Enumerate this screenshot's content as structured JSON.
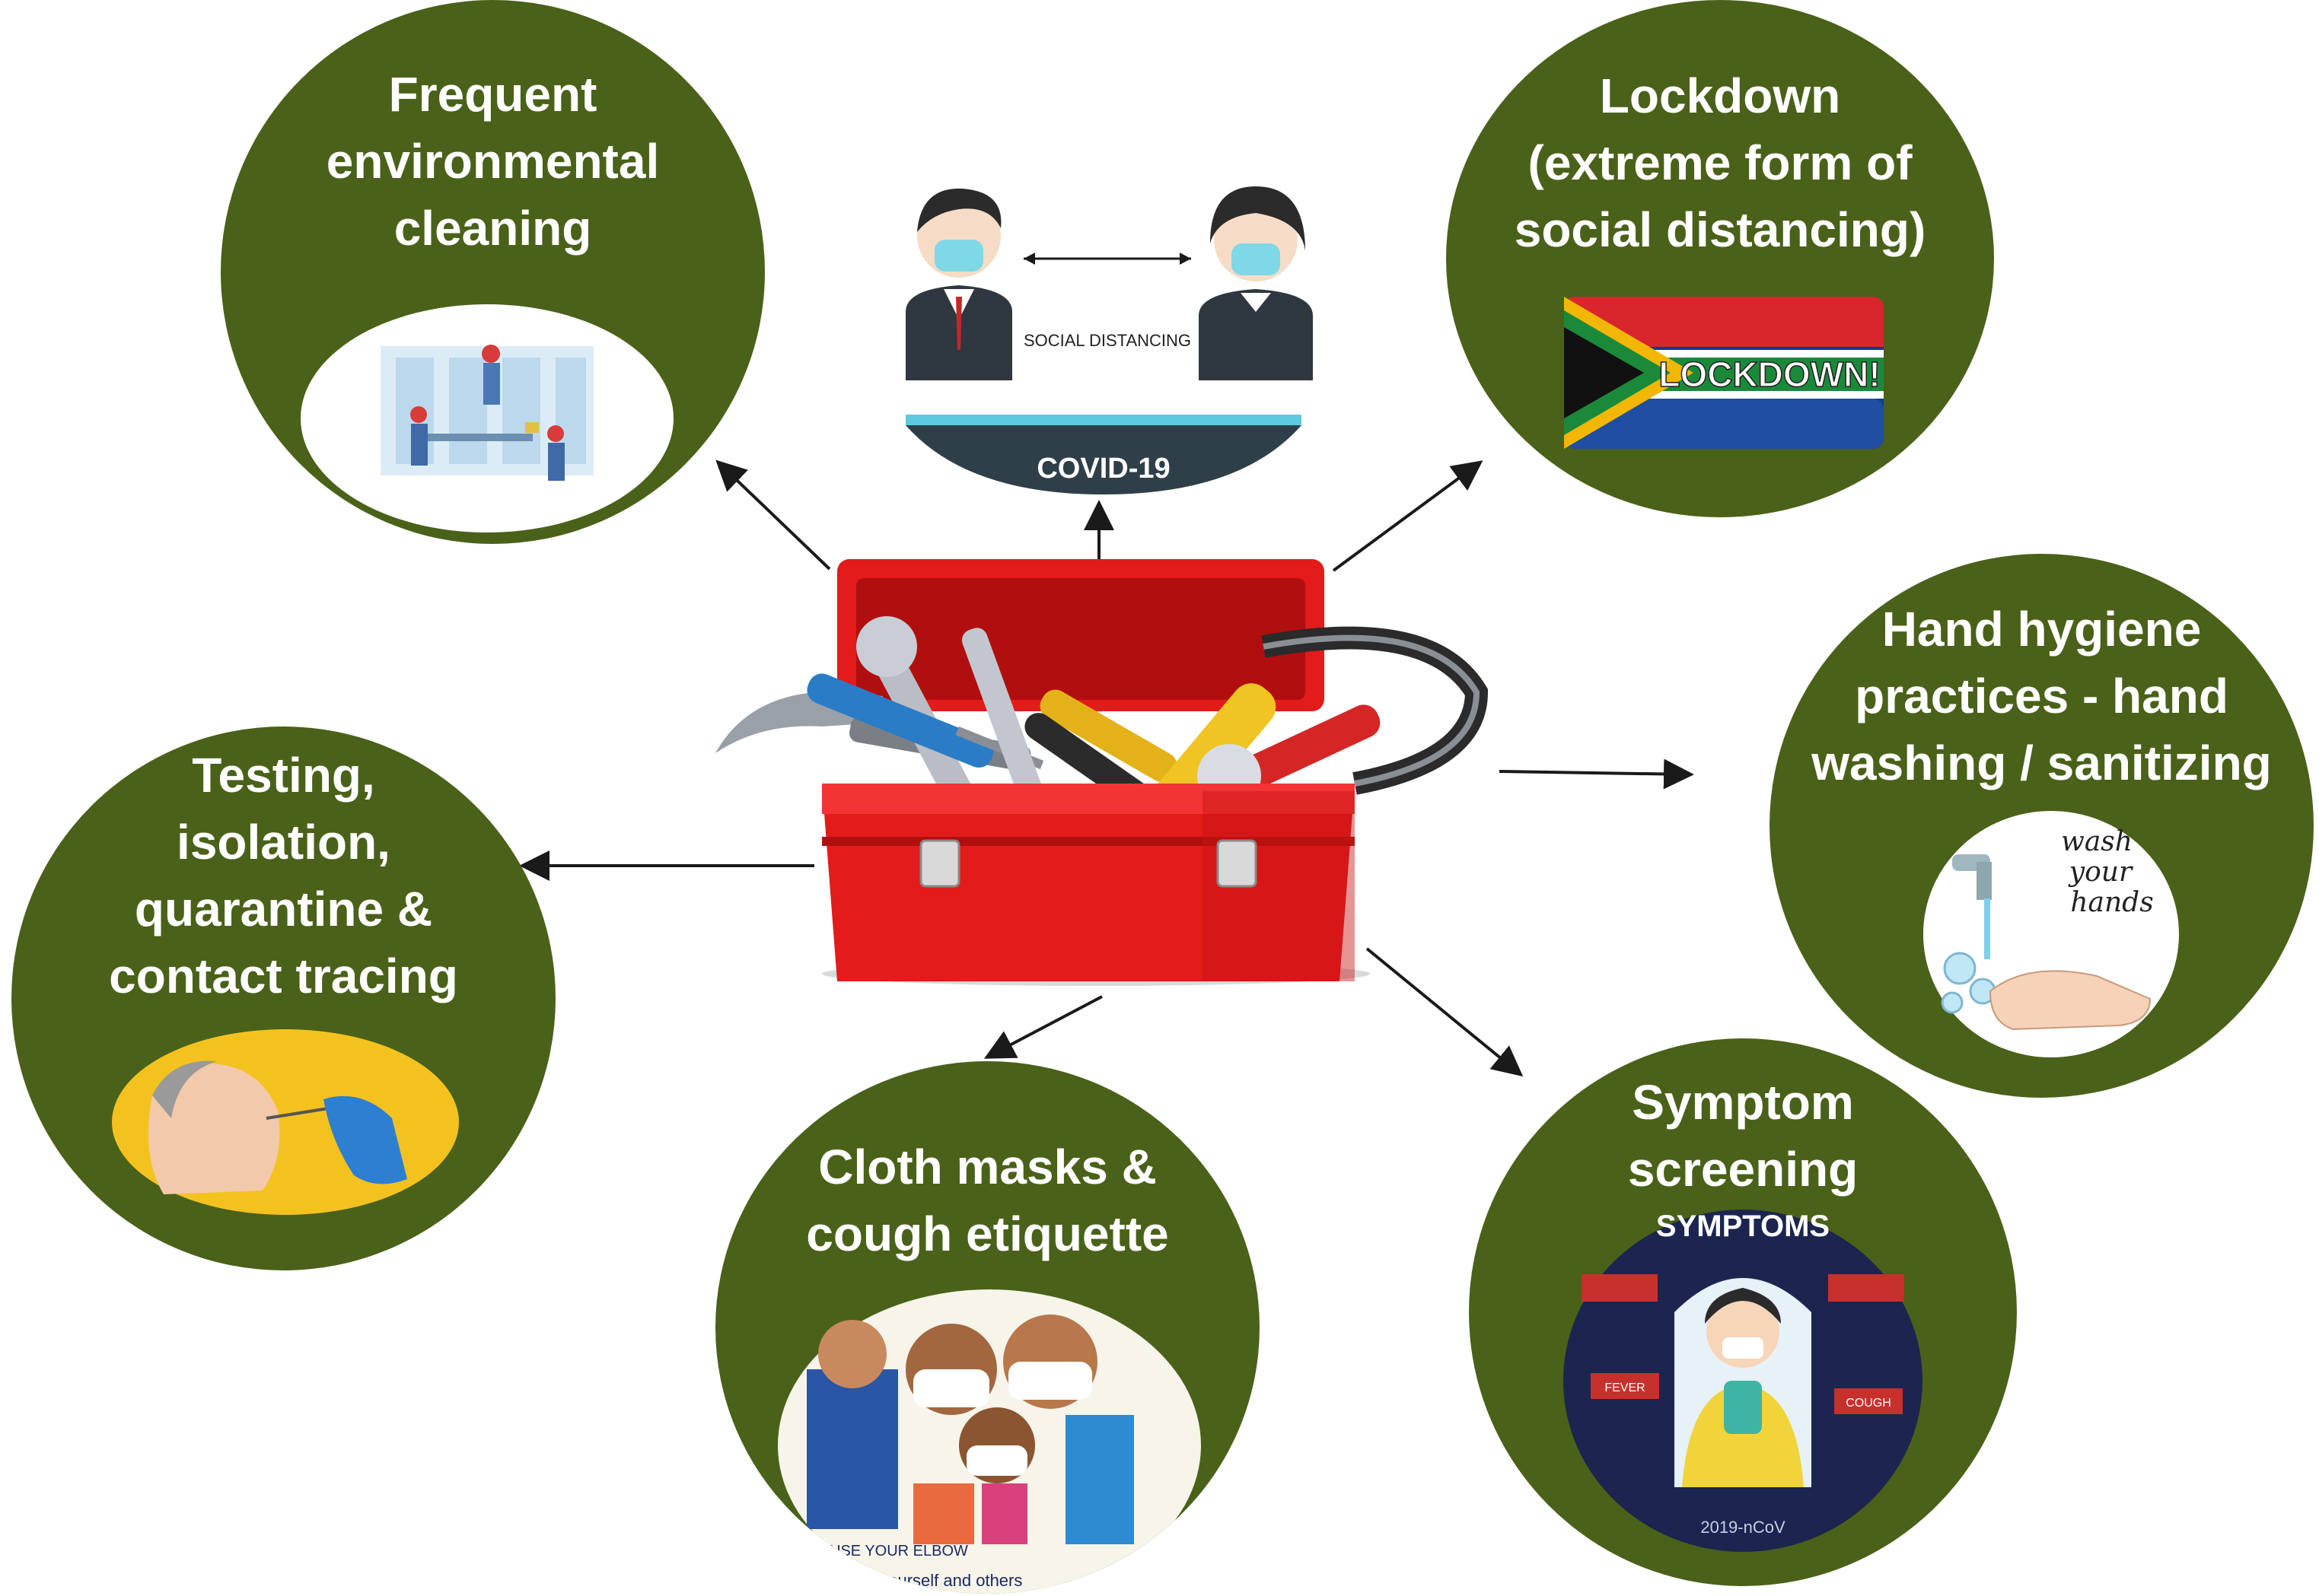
{
  "center": {
    "name": "toolbox",
    "colors": {
      "box": "#e31b1b",
      "box_dark": "#b10f0f",
      "latch": "#d9d9d9"
    }
  },
  "social_distancing": {
    "label": "SOCIAL DISTANCING",
    "footer": "COVID-19",
    "colors": {
      "mask": "#7fd8e6",
      "hair": "#2b2b2b",
      "band": "#2f3f4a"
    }
  },
  "nodes": [
    {
      "id": "environmental-cleaning",
      "title_lines": [
        "Frequent",
        "environmental",
        "cleaning"
      ]
    },
    {
      "id": "lockdown",
      "title_lines": [
        "Lockdown",
        "(extreme form of",
        "social distancing)"
      ],
      "image_text": "LOCKDOWN!"
    },
    {
      "id": "hand-hygiene",
      "title_lines": [
        "Hand hygiene",
        "practices - hand",
        "washing / sanitizing"
      ],
      "image_text_lines": [
        "wash",
        "your",
        "hands"
      ]
    },
    {
      "id": "symptom-screening",
      "title_lines": [
        "Symptom",
        "screening"
      ],
      "image_heading": "SYMPTOMS",
      "image_tags": [
        "FEVER",
        "COUGH"
      ],
      "image_footer": "2019-nCoV"
    },
    {
      "id": "cloth-masks",
      "title_lines": [
        "Cloth masks &",
        "cough etiquette"
      ],
      "image_caption": "USE YOUR ELBOW",
      "image_footer": "Save yourself and others"
    },
    {
      "id": "testing",
      "title_lines": [
        "Testing,",
        "isolation,",
        "quarantine &",
        "contact tracing"
      ]
    }
  ],
  "colors": {
    "circle_fill": "#4a6119",
    "title_text": "#ffffff",
    "arrow": "#1a1a1a"
  }
}
